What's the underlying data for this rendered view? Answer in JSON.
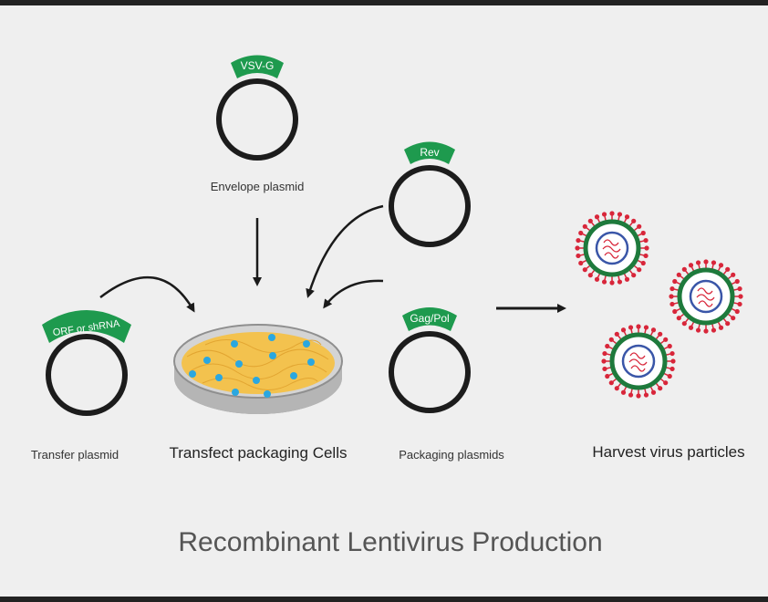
{
  "title": "Recombinant Lentivirus Production",
  "plasmids": {
    "envelope": {
      "tag": "VSV-G",
      "caption": "Envelope plasmid"
    },
    "rev": {
      "tag": "Rev"
    },
    "transfer": {
      "tag": "ORF or shRNA",
      "caption": "Transfer plasmid"
    },
    "gagpol": {
      "tag": "Gag/Pol",
      "caption": "Packaging plasmids"
    }
  },
  "dish": {
    "caption": "Transfect packaging Cells"
  },
  "harvest": {
    "caption": "Harvest virus particles",
    "particle_count": 3
  },
  "colors": {
    "background": "#efefef",
    "frame": "#222222",
    "plasmid_ring": "#1c1c1c",
    "tag_green": "#1e9a4e",
    "arrow": "#1a1a1a",
    "dish_rim": "#bdbdbd",
    "cells": "#f3c24e",
    "cell_nuclei": "#2aa7e0",
    "virus_spike": "#d8263a",
    "virus_envelope": "#1e7a3c",
    "virus_core": "#3a56a8"
  }
}
